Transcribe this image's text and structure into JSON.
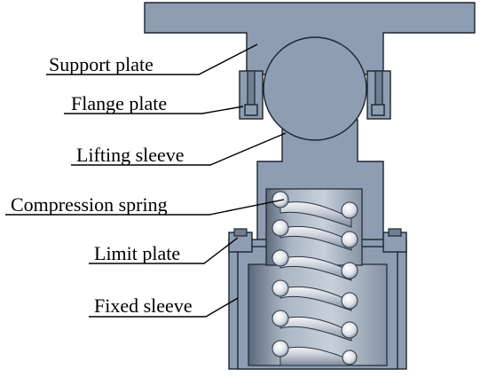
{
  "title": "",
  "labels": {
    "support_plate": "Support plate",
    "flange_plate": "Flange plate",
    "lifting_sleeve": "Lifting sleeve",
    "compression_spring": "Compression spring",
    "limit_plate": "Limit plate",
    "fixed_sleeve": "Fixed sleeve"
  },
  "colors": {
    "body": "#8e9db1",
    "dark": "#6f7f93",
    "outline": "#1d2530",
    "spring_light": "#e6eaf0",
    "spring_shadow": "#7d8898"
  },
  "spring": {
    "turns_visible": 6
  }
}
